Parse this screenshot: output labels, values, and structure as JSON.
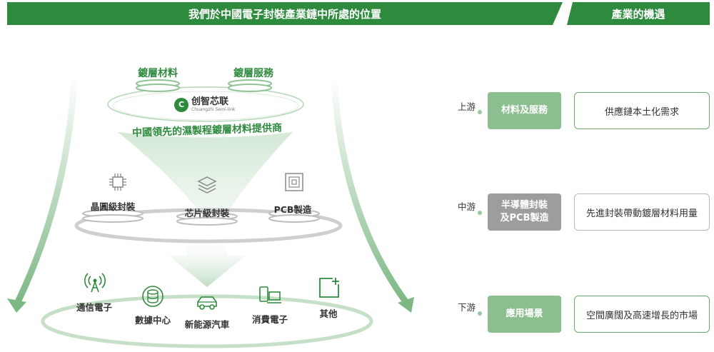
{
  "header": {
    "left_title": "我們於中國電子封裝產業鏈中所處的位置",
    "right_title": "產業的機遇"
  },
  "top_section": {
    "material_label": "鍍層材料",
    "service_label": "鍍層服務",
    "logo_cn": "创智芯联",
    "logo_en": "Chuangzhi Semi-link",
    "tagline": "中國領先的濕製程鍍層材料提供商"
  },
  "middle_section": {
    "items": [
      {
        "label": "晶圓級封裝",
        "icon": "chip-icon"
      },
      {
        "label": "芯片級封裝",
        "icon": "layers-icon"
      },
      {
        "label": "PCB製造",
        "icon": "pcb-icon"
      }
    ]
  },
  "bottom_section": {
    "items": [
      {
        "label": "通信電子",
        "icon": "antenna-icon"
      },
      {
        "label": "數據中心",
        "icon": "database-icon"
      },
      {
        "label": "新能源汽車",
        "icon": "car-icon"
      },
      {
        "label": "消費電子",
        "icon": "devices-icon"
      },
      {
        "label": "其他",
        "icon": "plus-icon"
      }
    ]
  },
  "chain": {
    "upstream": {
      "label": "上游",
      "box": "材料及服務",
      "opportunity": "供應鏈本土化需求"
    },
    "midstream": {
      "label": "中游",
      "box_line1": "半導體封裝",
      "box_line2": "及PCB製造",
      "opportunity": "先進封裝帶動鍍層材料用量"
    },
    "downstream": {
      "label": "下游",
      "box": "應用場景",
      "opportunity": "空間廣闊及高速增長的市場"
    }
  },
  "colors": {
    "brand_green": "#2e8b3e",
    "light_green": "#8bbf8f",
    "gray_box": "#9d9d9d"
  }
}
